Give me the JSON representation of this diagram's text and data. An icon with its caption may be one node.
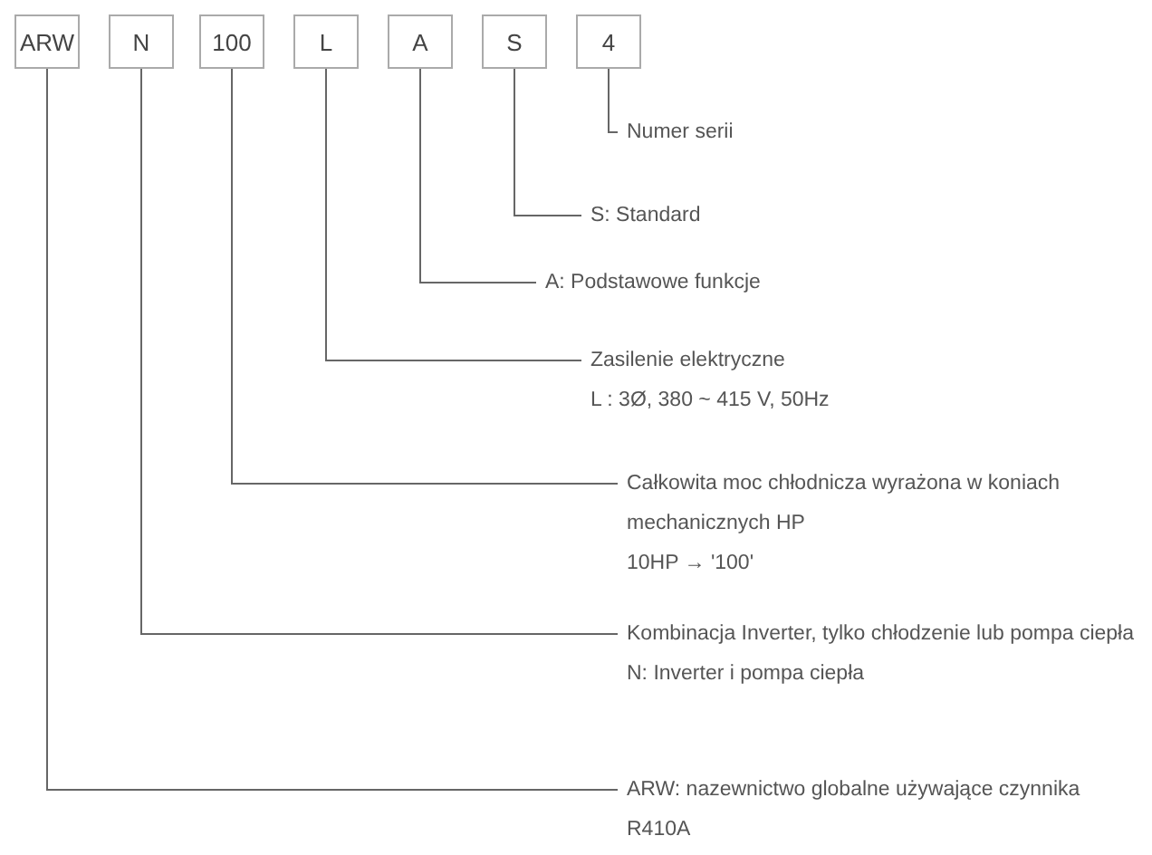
{
  "diagram": {
    "nodes": [
      {
        "text": [
          "ARW"
        ]
      },
      {
        "text": [
          "N"
        ]
      },
      {
        "text": [
          "100"
        ]
      },
      {
        "text": [
          "L"
        ]
      },
      {
        "text": [
          "A"
        ]
      },
      {
        "text": [
          "S"
        ]
      },
      {
        "text": [
          "4"
        ]
      },
      {
        "text": [
          "Numer serii"
        ]
      },
      {
        "text": [
          "S: Standard"
        ]
      },
      {
        "text": [
          "A: Podstawowe funkcje"
        ]
      },
      {
        "text": [
          "Zasilenie elektryczne",
          "L : 3Ø, 380 ~ 415 V, 50Hz"
        ]
      },
      {
        "text": [
          "Całkowita moc chłodnicza wyrażona w koniach mechanicznych HP",
          "10HP → '100'"
        ]
      },
      {
        "text": [
          "Kombinacja Inverter, tylko chłodzenie lub pompa ciepła",
          "N: Inverter i pompa ciepła"
        ]
      },
      {
        "text": [
          "ARW: nazewnictwo globalne używające czynnika R410A"
        ]
      }
    ],
    "edges": [
      {
        "from": 0,
        "to": 13,
        "arrow": "none"
      },
      {
        "from": 1,
        "to": 12,
        "arrow": "none"
      },
      {
        "from": 2,
        "to": 11,
        "arrow": "none"
      },
      {
        "from": 3,
        "to": 10,
        "arrow": "none"
      },
      {
        "from": 4,
        "to": 9,
        "arrow": "none"
      },
      {
        "from": 5,
        "to": 8,
        "arrow": "none"
      },
      {
        "from": 6,
        "to": 7,
        "arrow": "none"
      }
    ]
  }
}
